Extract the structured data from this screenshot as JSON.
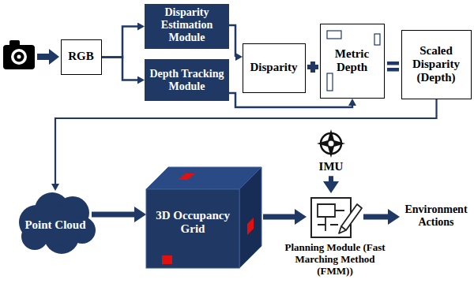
{
  "diagram": {
    "nodes": [
      {
        "text": [
          "RGB"
        ]
      },
      {
        "text": [
          "Disparity Estimation Module"
        ]
      },
      {
        "text": [
          "Depth Tracking Module"
        ]
      },
      {
        "text": [
          "Disparity"
        ]
      },
      {
        "text": [
          "Metric Depth"
        ]
      },
      {
        "text": [
          "Scaled Disparity (Depth)"
        ]
      },
      {
        "text": [
          "IMU"
        ]
      },
      {
        "text": [
          "Point Cloud"
        ]
      },
      {
        "text": [
          "3D Occupancy Grid"
        ]
      },
      {
        "text": [
          "Planning Module (Fast Marching Method (FMM))"
        ]
      },
      {
        "text": [
          "Environment Actions"
        ]
      }
    ],
    "edges": [
      {
        "from": 0,
        "to": 1,
        "arrow": "to"
      },
      {
        "from": 0,
        "to": 2,
        "arrow": "to"
      },
      {
        "from": 1,
        "to": 3,
        "arrow": "to"
      },
      {
        "from": 2,
        "to": 4,
        "arrow": "to"
      },
      {
        "from": 5,
        "to": 7,
        "arrow": "to"
      },
      {
        "from": 7,
        "to": 8,
        "arrow": "to"
      },
      {
        "from": 8,
        "to": 9,
        "arrow": "to"
      },
      {
        "from": 6,
        "to": 9,
        "arrow": "to"
      },
      {
        "from": 9,
        "to": 10,
        "arrow": "to"
      }
    ]
  }
}
